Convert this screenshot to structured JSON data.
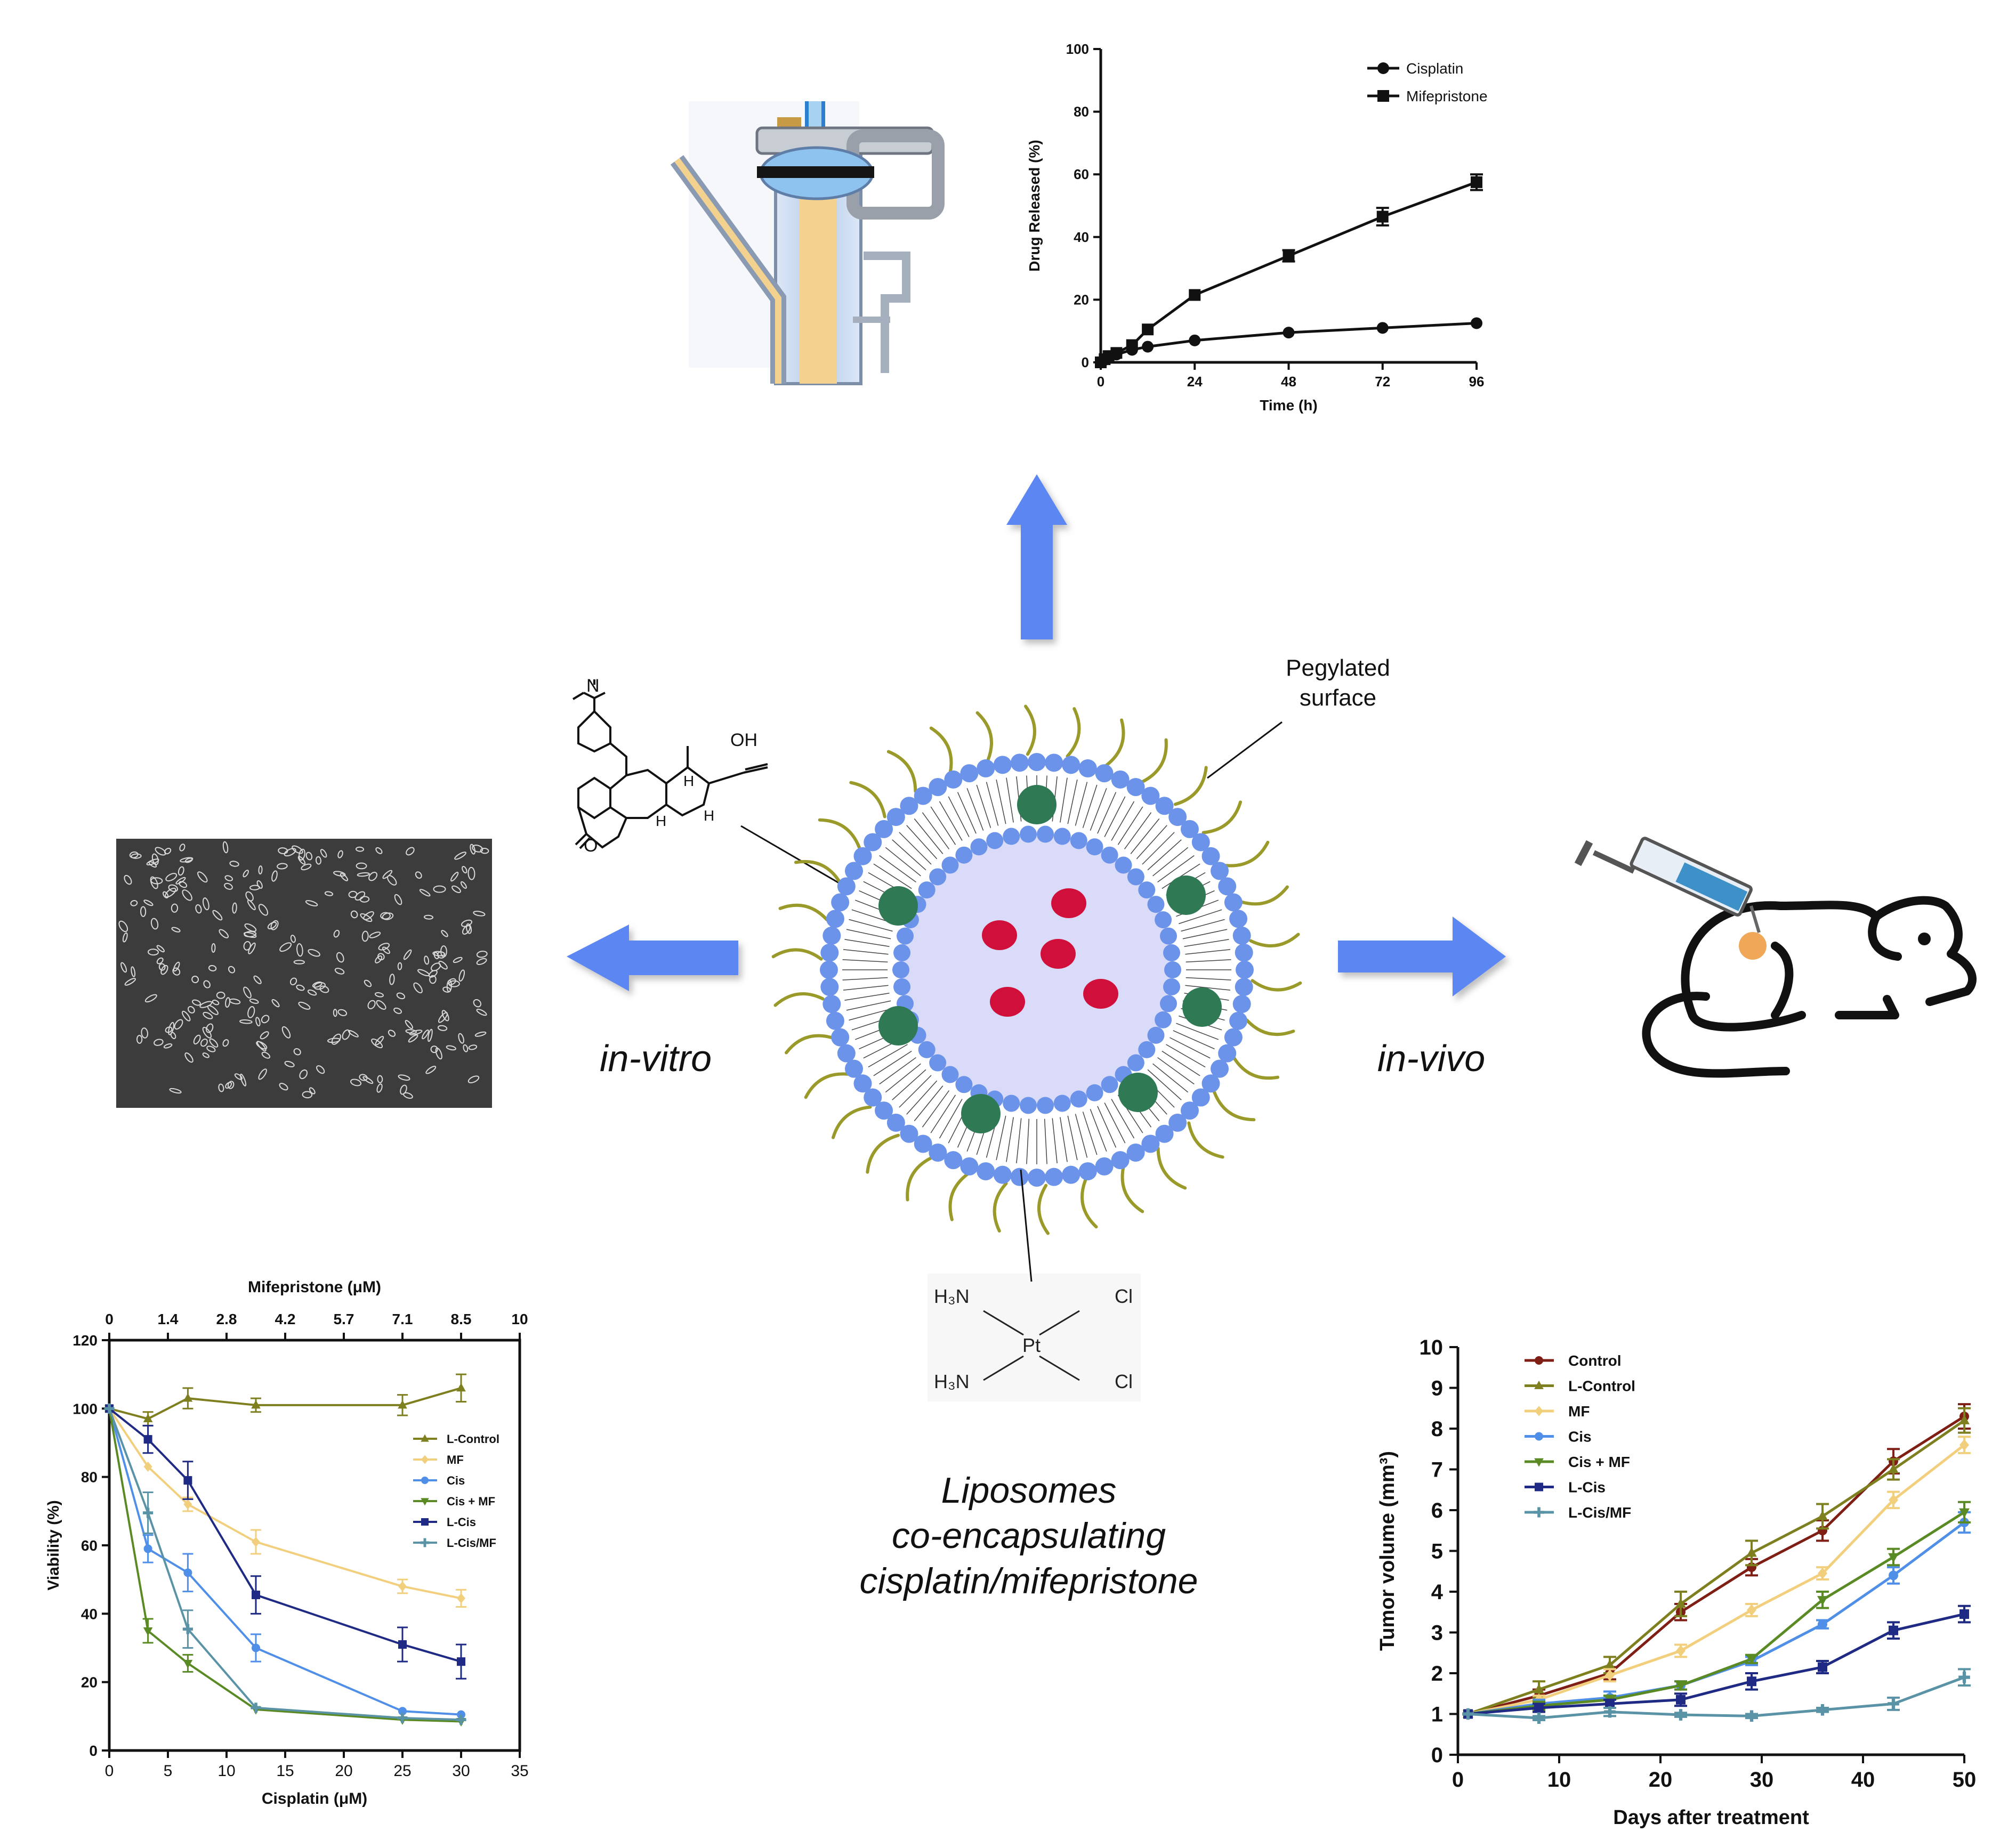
{
  "colors": {
    "arrow": "#5b86f2",
    "bead": "#6c93ea",
    "core": "#d9dbf8",
    "green": "#2f7a55",
    "red": "#d0103a",
    "tail": "#9a9a2a",
    "orange": "#f0a858"
  },
  "labels": {
    "in_vitro": "in-vitro",
    "in_vivo": "in-vivo",
    "pegylated_1": "Pegylated",
    "pegylated_2": "surface",
    "liposomes_1": "Liposomes",
    "liposomes_2": "co-encapsulating",
    "liposomes_3": "cisplatin/mifepristone",
    "molecule_o": "O",
    "molecule_n": "N",
    "molecule_oh": "OH",
    "molecule_h1": "H",
    "molecule_h2": "H",
    "molecule_h3": "H",
    "pt_h3n_top": "H₃N",
    "pt_h3n_bottom": "H₃N",
    "pt_center": "Pt",
    "pt_cl_top": "Cl",
    "pt_cl_bottom": "Cl"
  },
  "chart_data": [
    {
      "type": "line",
      "ylabel": "Drug Released (%)",
      "xlabel": "Time (h)",
      "xlim": [
        0,
        96
      ],
      "ylim": [
        0,
        100
      ],
      "xticks": [
        0,
        24,
        48,
        72,
        96
      ],
      "yticks": [
        0,
        20,
        40,
        60,
        80,
        100
      ],
      "legend_position": "top-right",
      "series": [
        {
          "name": "Cisplatin",
          "marker": "circle",
          "x": [
            0,
            1,
            2,
            4,
            8,
            12,
            24,
            48,
            72,
            96
          ],
          "y": [
            0,
            0.8,
            1.5,
            2.5,
            4,
            5,
            7,
            9.5,
            11,
            12.5
          ],
          "err": [
            0,
            0,
            0,
            0,
            0,
            0,
            0,
            0,
            0,
            0
          ]
        },
        {
          "name": "Mifepristone",
          "marker": "square",
          "x": [
            0,
            1,
            2,
            4,
            8,
            12,
            24,
            48,
            72,
            96
          ],
          "y": [
            0,
            1,
            2,
            3,
            5.5,
            10.5,
            21.5,
            34,
            46.5,
            57.5
          ],
          "err": [
            0,
            0,
            0,
            0,
            0,
            0,
            0,
            1.8,
            2.8,
            2.5
          ]
        }
      ]
    },
    {
      "type": "line",
      "ylabel": "Viability (%)",
      "xlabel": "Cisplatin (μM)",
      "x2label": "Mifepristone (μM)",
      "xlim": [
        0,
        35
      ],
      "ylim": [
        0,
        120
      ],
      "xticks": [
        0,
        5,
        10,
        15,
        20,
        25,
        30,
        35
      ],
      "yticks": [
        0,
        20,
        40,
        60,
        80,
        100,
        120
      ],
      "x2ticks": [
        "0",
        "1.4",
        "2.8",
        "4.2",
        "5.7",
        "7.1",
        "8.5",
        "10"
      ],
      "legend_position": "right",
      "series": [
        {
          "name": "L-Control",
          "color": "#7e7f1e",
          "marker": "triangle",
          "x": [
            0,
            3.3,
            6.7,
            12.5,
            25,
            30
          ],
          "y": [
            100,
            97,
            103,
            101,
            101,
            106
          ],
          "err": [
            0,
            2,
            3,
            2,
            3,
            4
          ]
        },
        {
          "name": "MF",
          "color": "#f2cf7c",
          "marker": "diamond",
          "x": [
            0,
            3.3,
            6.7,
            12.5,
            25,
            30
          ],
          "y": [
            100,
            83,
            72,
            61,
            48,
            44.5
          ],
          "err": [
            0,
            0,
            2,
            3.5,
            2,
            2.5
          ]
        },
        {
          "name": "Cis",
          "color": "#4f8fe8",
          "marker": "circle",
          "x": [
            0,
            3.3,
            6.7,
            12.5,
            25,
            30
          ],
          "y": [
            100,
            59,
            52,
            30,
            11.5,
            10.5
          ],
          "err": [
            0,
            4,
            5.5,
            4,
            0,
            0
          ]
        },
        {
          "name": "Cis + MF",
          "color": "#5a8a24",
          "marker": "triangle-down",
          "x": [
            0,
            3.3,
            6.7,
            12.5,
            25,
            30
          ],
          "y": [
            100,
            35,
            25.5,
            12,
            9,
            8.5
          ],
          "err": [
            0,
            3.5,
            2.5,
            0,
            0,
            0
          ]
        },
        {
          "name": "L-Cis",
          "color": "#1f2a84",
          "marker": "square",
          "x": [
            0,
            3.3,
            6.7,
            12.5,
            25,
            30
          ],
          "y": [
            100,
            91,
            79,
            45.5,
            31,
            26
          ],
          "err": [
            0,
            4,
            5.5,
            5.5,
            5,
            5
          ]
        },
        {
          "name": "L-Cis/MF",
          "color": "#5a92a6",
          "marker": "plus",
          "x": [
            0,
            3.3,
            6.7,
            12.5,
            25,
            30
          ],
          "y": [
            100,
            69.5,
            35.5,
            12.5,
            9.5,
            9
          ],
          "err": [
            0,
            6,
            5.5,
            0,
            0,
            0
          ]
        }
      ]
    },
    {
      "type": "line",
      "ylabel": "Tumor volume (mm³)",
      "xlabel": "Days after treatment",
      "xlim": [
        0,
        50
      ],
      "ylim": [
        0,
        10
      ],
      "xticks": [
        0,
        10,
        20,
        30,
        40,
        50
      ],
      "yticks": [
        0,
        1,
        2,
        3,
        4,
        5,
        6,
        7,
        8,
        9,
        10
      ],
      "legend_position": "top-left",
      "series": [
        {
          "name": "Control",
          "color": "#7f1e14",
          "marker": "circle",
          "x": [
            1,
            8,
            15,
            22,
            29,
            36,
            43,
            50
          ],
          "y": [
            1,
            1.45,
            2,
            3.5,
            4.6,
            5.5,
            7.2,
            8.3
          ],
          "err": [
            0,
            0.15,
            0.15,
            0.2,
            0.2,
            0.25,
            0.3,
            0.3
          ]
        },
        {
          "name": "L-Control",
          "color": "#7e7f1e",
          "marker": "triangle",
          "x": [
            1,
            8,
            15,
            22,
            29,
            36,
            43,
            50
          ],
          "y": [
            1,
            1.6,
            2.2,
            3.7,
            4.95,
            5.85,
            7,
            8.2
          ],
          "err": [
            0,
            0.2,
            0.2,
            0.3,
            0.3,
            0.3,
            0.25,
            0.3
          ]
        },
        {
          "name": "MF",
          "color": "#f2cf7c",
          "marker": "diamond",
          "x": [
            1,
            8,
            15,
            22,
            29,
            36,
            43,
            50
          ],
          "y": [
            1,
            1.35,
            1.95,
            2.55,
            3.55,
            4.45,
            6.25,
            7.6
          ],
          "err": [
            0,
            0.1,
            0.15,
            0.15,
            0.15,
            0.15,
            0.2,
            0.2
          ]
        },
        {
          "name": "Cis",
          "color": "#4f8fe8",
          "marker": "circle",
          "x": [
            1,
            8,
            15,
            22,
            29,
            36,
            43,
            50
          ],
          "y": [
            1,
            1.25,
            1.4,
            1.7,
            2.3,
            3.2,
            4.4,
            5.7
          ],
          "err": [
            0,
            0.1,
            0.15,
            0.1,
            0.1,
            0.1,
            0.2,
            0.25
          ]
        },
        {
          "name": "Cis + MF",
          "color": "#5a8a24",
          "marker": "triangle-down",
          "x": [
            1,
            8,
            15,
            22,
            29,
            36,
            43,
            50
          ],
          "y": [
            1,
            1.2,
            1.35,
            1.7,
            2.35,
            3.8,
            4.85,
            5.95
          ],
          "err": [
            0,
            0.1,
            0.1,
            0.1,
            0.1,
            0.2,
            0.2,
            0.25
          ]
        },
        {
          "name": "L-Cis",
          "color": "#1f2a84",
          "marker": "square",
          "x": [
            1,
            8,
            15,
            22,
            29,
            36,
            43,
            50
          ],
          "y": [
            1,
            1.15,
            1.25,
            1.35,
            1.8,
            2.15,
            3.05,
            3.45
          ],
          "err": [
            0,
            0.1,
            0.1,
            0.15,
            0.2,
            0.15,
            0.2,
            0.2
          ]
        },
        {
          "name": "L-Cis/MF",
          "color": "#5a92a6",
          "marker": "plus",
          "x": [
            1,
            8,
            15,
            22,
            29,
            36,
            43,
            50
          ],
          "y": [
            1,
            0.9,
            1.05,
            0.98,
            0.95,
            1.1,
            1.25,
            1.9
          ],
          "err": [
            0,
            0.05,
            0.1,
            0.05,
            0.05,
            0.05,
            0.15,
            0.2
          ]
        }
      ]
    }
  ]
}
